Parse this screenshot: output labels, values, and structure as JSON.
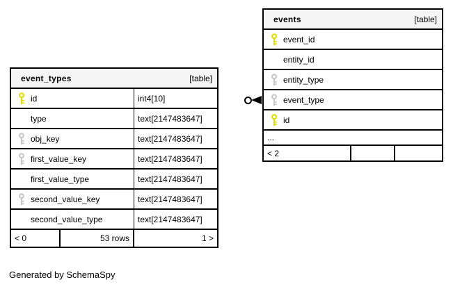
{
  "page": {
    "generated_by": "Generated by SchemaSpy"
  },
  "colors": {
    "primary_key": "#e0e000",
    "index_key": "#c8c8c8",
    "header_bg": "#f5f5f5",
    "border": "#000000"
  },
  "event_types": {
    "name": "event_types",
    "badge": "[table]",
    "rows": [
      {
        "name": "id",
        "type": "int4[10]",
        "key": "primary"
      },
      {
        "name": "type",
        "type": "text[2147483647]",
        "key": "none"
      },
      {
        "name": "obj_key",
        "type": "text[2147483647]",
        "key": "index"
      },
      {
        "name": "first_value_key",
        "type": "text[2147483647]",
        "key": "index"
      },
      {
        "name": "first_value_type",
        "type": "text[2147483647]",
        "key": "none"
      },
      {
        "name": "second_value_key",
        "type": "text[2147483647]",
        "key": "index"
      },
      {
        "name": "second_value_type",
        "type": "text[2147483647]",
        "key": "none"
      }
    ],
    "footer": {
      "left": "< 0",
      "center": "53 rows",
      "right": "1 >"
    }
  },
  "events": {
    "name": "events",
    "badge": "[table]",
    "rows": [
      {
        "name": "event_id",
        "key": "primary"
      },
      {
        "name": "entity_id",
        "key": "none"
      },
      {
        "name": "entity_type",
        "key": "index"
      },
      {
        "name": "event_type",
        "key": "index"
      },
      {
        "name": "id",
        "key": "primary"
      }
    ],
    "ellipsis": "...",
    "footer": {
      "left": "< 2",
      "center": "",
      "right": ""
    }
  }
}
